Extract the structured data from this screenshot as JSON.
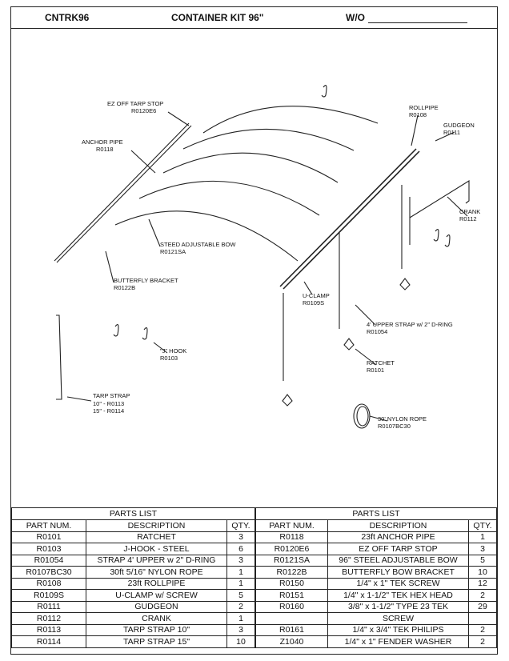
{
  "header": {
    "code": "CNTRK96",
    "title": "CONTAINER KIT 96\"",
    "wo_label": "W/O"
  },
  "diagram_labels": {
    "ez_off": "EZ OFF TARP STOP",
    "ez_off_pn": "R0120E6",
    "anchor": "ANCHOR PIPE",
    "anchor_pn": "R0118",
    "rollpipe": "ROLLPIPE",
    "rollpipe_pn": "R0108",
    "gudgeon": "GUDGEON",
    "gudgeon_pn": "R0111",
    "crank": "CRANK",
    "crank_pn": "R0112",
    "bow": "STEED ADJUSTABLE BOW",
    "bow_pn": "R0121SA",
    "butterfly": "BUTTERFLY BRACKET",
    "butterfly_pn": "R0122B",
    "uclamp": "U-CLAMP",
    "uclamp_pn": "R0109S",
    "strap": "4' UPPER STRAP w/ 2\" D-RING",
    "strap_pn": "R01054",
    "jhook": "\"J\" HOOK",
    "jhook_pn": "R0103",
    "ratchet": "RATCHET",
    "ratchet_pn": "R0101",
    "tarpstrap": "TARP STRAP",
    "tarpstrap_10": "10\" - R0113",
    "tarpstrap_15": "15\" - R0114",
    "rope": "30' NYLON ROPE",
    "rope_pn": "R0107BC30"
  },
  "parts_list": {
    "caption": "PARTS LIST",
    "columns": [
      "PART NUM.",
      "DESCRIPTION",
      "QTY."
    ],
    "left_rows": [
      [
        "R0101",
        "RATCHET",
        "3"
      ],
      [
        "R0103",
        "J-HOOK - STEEL",
        "6"
      ],
      [
        "R01054",
        "STRAP 4' UPPER w 2\" D-RING",
        "3"
      ],
      [
        "R0107BC30",
        "30ft 5/16\" NYLON ROPE",
        "1"
      ],
      [
        "R0108",
        "23ft ROLLPIPE",
        "1"
      ],
      [
        "R0109S",
        "U-CLAMP w/ SCREW",
        "5"
      ],
      [
        "R0111",
        "GUDGEON",
        "2"
      ],
      [
        "R0112",
        "CRANK",
        "1"
      ],
      [
        "R0113",
        "TARP STRAP 10\"",
        "3"
      ],
      [
        "R0114",
        "TARP STRAP 15\"",
        "10"
      ]
    ],
    "right_rows": [
      [
        "R0118",
        "23ft ANCHOR PIPE",
        "1"
      ],
      [
        "R0120E6",
        "EZ OFF TARP STOP",
        "3"
      ],
      [
        "R0121SA",
        "96\" STEEL ADJUSTABLE BOW",
        "5"
      ],
      [
        "R0122B",
        "BUTTERFLY BOW BRACKET",
        "10"
      ],
      [
        "R0150",
        "1/4\" x 1\" TEK SCREW",
        "12"
      ],
      [
        "R0151",
        "1/4\" x 1-1/2\" TEK HEX HEAD",
        "2"
      ],
      [
        "R0160",
        "3/8\" x 1-1/2\" TYPE 23 TEK",
        "29"
      ],
      [
        "",
        "SCREW",
        ""
      ],
      [
        "R0161",
        "1/4\" x 3/4\" TEK PHILIPS",
        "2"
      ],
      [
        "Z1040",
        "1/4\" x 1\" FENDER WASHER",
        "2"
      ]
    ]
  }
}
